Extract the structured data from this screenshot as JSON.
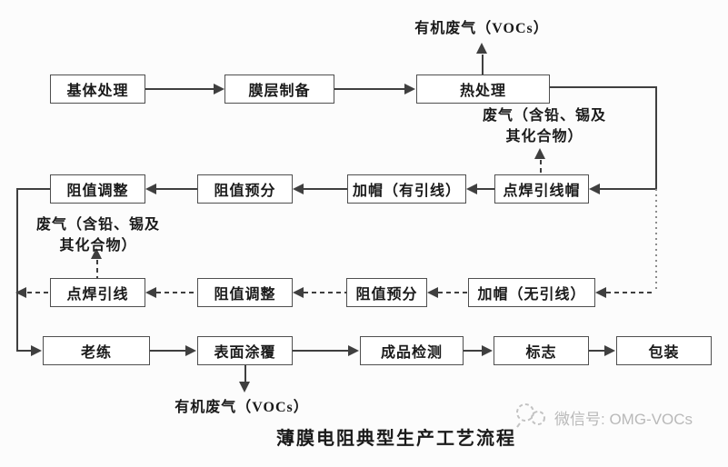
{
  "title": "薄膜电阻典型生产工艺流程",
  "watermark": {
    "label": "微信号: OMG-VOCs"
  },
  "notes": {
    "vocs": "有机废气（VOCs）",
    "lead_tin": "废气（含铅、锡及\n其化合物）"
  },
  "nodes": {
    "substrate": "基体处理",
    "film_prep": "膜层制备",
    "heat_treat": "热处理",
    "adjust_a": "阻值调整",
    "presort_a": "阻值预分",
    "cap_with_leads": "加帽（有引线）",
    "weld_cap": "点焊引线帽",
    "weld_leads": "点焊引线",
    "adjust_b": "阻值调整",
    "presort_b": "阻值预分",
    "cap_no_leads": "加帽（无引线）",
    "aging": "老练",
    "surface_coating": "表面涂覆",
    "final_inspection": "成品检测",
    "marking": "标志",
    "packaging": "包装"
  },
  "colors": {
    "line": "#3f3f3f",
    "box_border": "#4f4f4f",
    "background": "#fcfcfc",
    "watermark": "#b9b9b9"
  }
}
